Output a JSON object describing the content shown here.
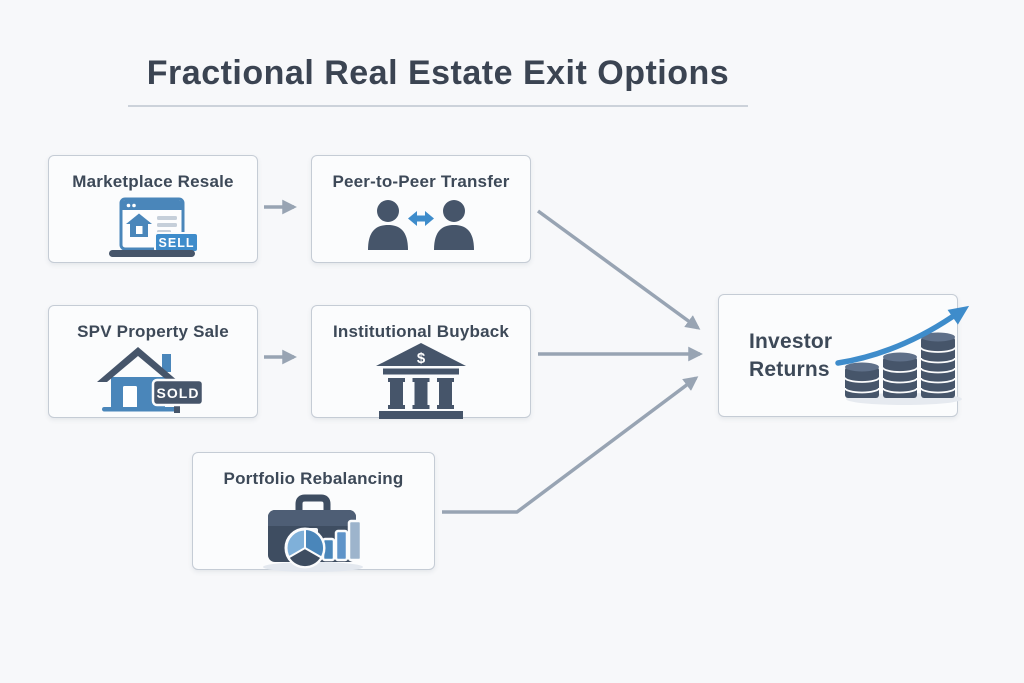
{
  "title": "Fractional Real Estate Exit Options",
  "nodes": {
    "marketplace": {
      "label": "Marketplace Resale"
    },
    "p2p": {
      "label": "Peer-to-Peer Transfer"
    },
    "spv": {
      "label": "SPV Property Sale"
    },
    "buyback": {
      "label": "Institutional Buyback"
    },
    "rebalance": {
      "label": "Portfolio Rebalancing"
    },
    "returns": {
      "label": "Investor Returns"
    }
  },
  "icon_text": {
    "sell_badge": "SELL",
    "sold_sign": "SOLD",
    "bank_dollar": "$"
  },
  "icon_names": {
    "marketplace": "laptop-listing-sell-icon",
    "p2p": "two-people-exchange-icon",
    "spv": "house-sold-sign-icon",
    "buyback": "bank-building-icon",
    "rebalance": "briefcase-pie-bars-icon",
    "returns": "coin-stacks-growth-arrow-icon"
  },
  "connections": [
    {
      "from": "marketplace",
      "to": "p2p"
    },
    {
      "from": "spv",
      "to": "buyback"
    },
    {
      "from": "p2p",
      "to": "returns"
    },
    {
      "from": "buyback",
      "to": "returns"
    },
    {
      "from": "rebalance",
      "to": "returns"
    }
  ],
  "colors": {
    "background": "#f7f8fa",
    "box_fill": "#fbfcfd",
    "box_border": "#c5ccd5",
    "text_slate": "#3d4958",
    "icon_slate": "#46556a",
    "accent_blue": "#3e8ccb",
    "mid_blue": "#4a86ba",
    "arrow_gray": "#98a4b3"
  }
}
